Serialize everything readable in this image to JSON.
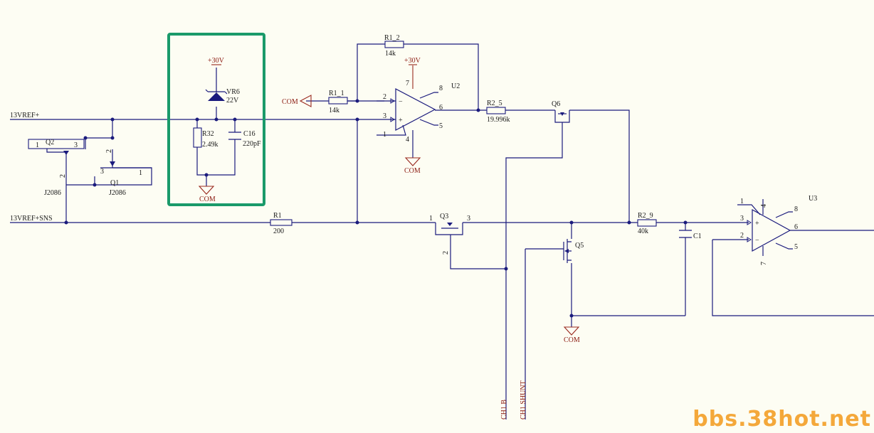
{
  "colors": {
    "wire": "#1b1b7d",
    "pin": "#9a2a1f",
    "label": "#8b1a10",
    "highlight": "#1a9a6a",
    "background": "#fdfdf3",
    "watermark": "#f4a83a"
  },
  "nets": {
    "vref": "13VREF+",
    "vref_sns": "13VREF+SNS",
    "com": "COM",
    "v30": "+30V",
    "ch_b": "CH1 B",
    "ch_shunt": "CH1 SHUNT"
  },
  "components": {
    "vr6": {
      "ref": "VR6",
      "value": "22V"
    },
    "r32": {
      "ref": "R32",
      "value": "2.49k"
    },
    "c16": {
      "ref": "C16",
      "value": "220pF"
    },
    "q1": {
      "ref": "Q1",
      "value": "J2086",
      "pins": [
        "3",
        "1",
        "2"
      ]
    },
    "q2": {
      "ref": "Q2",
      "value": "J2086",
      "pins": [
        "1",
        "3",
        "2"
      ]
    },
    "r1": {
      "ref": "R1",
      "value": "200"
    },
    "r1_1": {
      "ref": "R1_1",
      "value": "14k"
    },
    "r1_2": {
      "ref": "R1_2",
      "value": "14k"
    },
    "u2": {
      "ref": "U2",
      "pins": [
        "2",
        "3",
        "1",
        "4",
        "6",
        "7",
        "8",
        "5"
      ]
    },
    "r2_5": {
      "ref": "R2_5",
      "value": "19.996k"
    },
    "q6": {
      "ref": "Q6"
    },
    "q3": {
      "ref": "Q3",
      "pins": [
        "1",
        "3",
        "2"
      ]
    },
    "q5": {
      "ref": "Q5"
    },
    "r2_9": {
      "ref": "R2_9",
      "value": "40k"
    },
    "c1": {
      "ref": "C1"
    },
    "u3": {
      "ref": "U3",
      "pins": [
        "1",
        "3",
        "2",
        "4",
        "7",
        "8",
        "6",
        "5"
      ]
    }
  },
  "watermark": "bbs.38hot.net"
}
